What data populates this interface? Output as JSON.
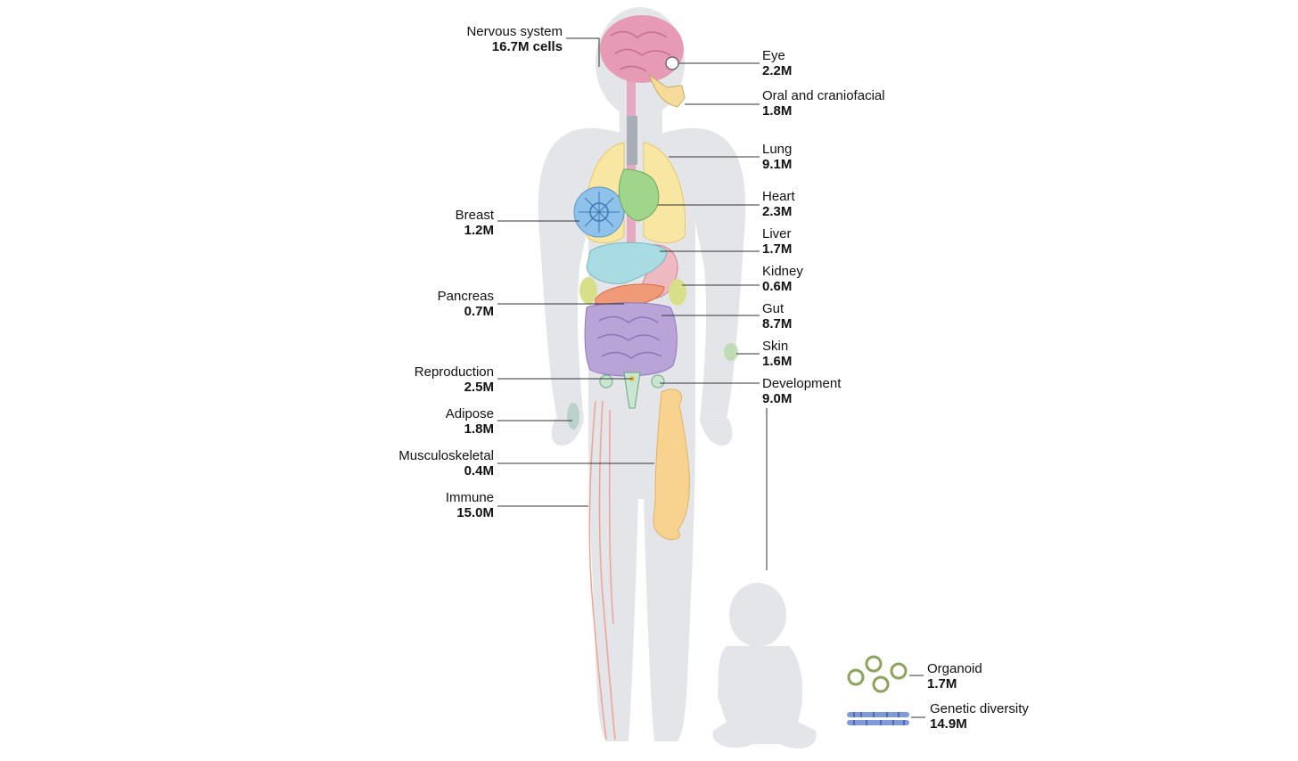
{
  "labels": {
    "nervous": {
      "name": "Nervous system",
      "value": "16.7M cells"
    },
    "eye": {
      "name": "Eye",
      "value": "2.2M"
    },
    "oral": {
      "name": "Oral and craniofacial",
      "value": "1.8M"
    },
    "lung": {
      "name": "Lung",
      "value": "9.1M"
    },
    "heart": {
      "name": "Heart",
      "value": "2.3M"
    },
    "breast": {
      "name": "Breast",
      "value": "1.2M"
    },
    "liver": {
      "name": "Liver",
      "value": "1.7M"
    },
    "kidney": {
      "name": "Kidney",
      "value": "0.6M"
    },
    "pancreas": {
      "name": "Pancreas",
      "value": "0.7M"
    },
    "gut": {
      "name": "Gut",
      "value": "8.7M"
    },
    "skin": {
      "name": "Skin",
      "value": "1.6M"
    },
    "reproduction": {
      "name": "Reproduction",
      "value": "2.5M"
    },
    "development": {
      "name": "Development",
      "value": "9.0M"
    },
    "adipose": {
      "name": "Adipose",
      "value": "1.8M"
    },
    "musculoskeletal": {
      "name": "Musculoskeletal",
      "value": "0.4M"
    },
    "immune": {
      "name": "Immune",
      "value": "15.0M"
    },
    "organoid": {
      "name": "Organoid",
      "value": "1.7M"
    },
    "genetic": {
      "name": "Genetic diversity",
      "value": "14.9M"
    }
  },
  "colors": {
    "silhouette": "#e4e5e8",
    "brain": "#e79ab6",
    "lung": "#f8e6a3",
    "heart": "#9fd68b",
    "breast": "#8ec2ea",
    "liver": "#a9dbe3",
    "stomach": "#eeb9c0",
    "kidney": "#d8df8a",
    "pancreas": "#f09a78",
    "gut": "#b9a4d8",
    "bone": "#f7d38f",
    "vessel": "#f0a196",
    "organoid": "#8ba35a",
    "chromosome": "#7f9ad6",
    "leader": "#333333"
  }
}
